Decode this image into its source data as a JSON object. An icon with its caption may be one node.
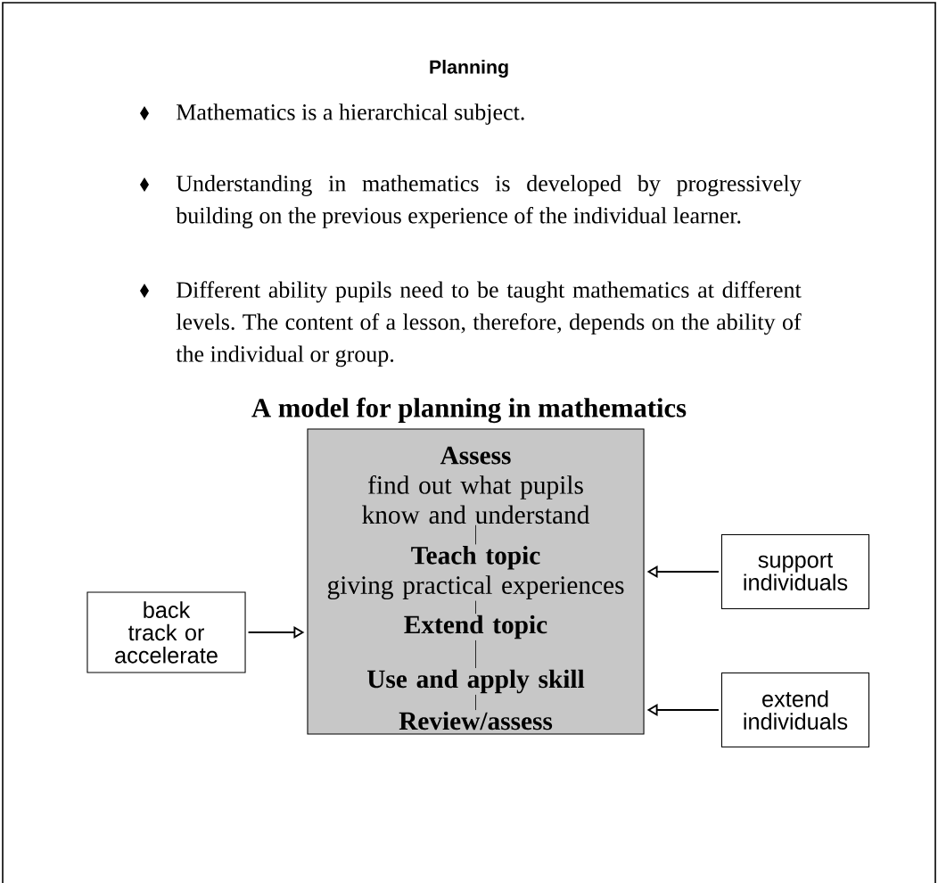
{
  "diagram": {
    "title": "Planning",
    "nodes": [
      {
        "text": [],
        "shape": "box"
      },
      {
        "text": [
          "Assess",
          "find out what pupils know and understand"
        ],
        "in": 0
      },
      {
        "text": [
          "Teach topic",
          "giving practical experiences"
        ],
        "in": 0
      },
      {
        "text": [
          "Extend topic"
        ],
        "in": 0
      },
      {
        "text": [
          "Use and apply skill"
        ],
        "in": 0
      },
      {
        "text": [
          "Review/assess"
        ],
        "in": 0
      },
      {
        "text": [
          "back track or accelerate"
        ]
      },
      {
        "text": [
          "support individuals"
        ]
      },
      {
        "text": [
          "extend individuals"
        ]
      }
    ],
    "edges": [
      {
        "from": 1,
        "to": 2,
        "arrow": "none"
      },
      {
        "from": 2,
        "to": 3,
        "arrow": "none"
      },
      {
        "from": 3,
        "to": 4,
        "arrow": "none"
      },
      {
        "from": 4,
        "to": 5,
        "arrow": "none"
      },
      {
        "from": 6,
        "to": 0,
        "arrow": "to"
      },
      {
        "from": 7,
        "to": 0,
        "arrow": "to"
      },
      {
        "from": 8,
        "to": 0,
        "arrow": "to"
      }
    ],
    "labels": [
      "Mathematics is a hierarchical subject.",
      "Understanding in mathematics is developed by progressively building on the previous experience of the individual learner.",
      "Different ability pupils need to be taught mathematics at different levels. The content of a lesson, therefore, depends on the ability of the individual or group.",
      "A model for planning in mathematics"
    ]
  }
}
